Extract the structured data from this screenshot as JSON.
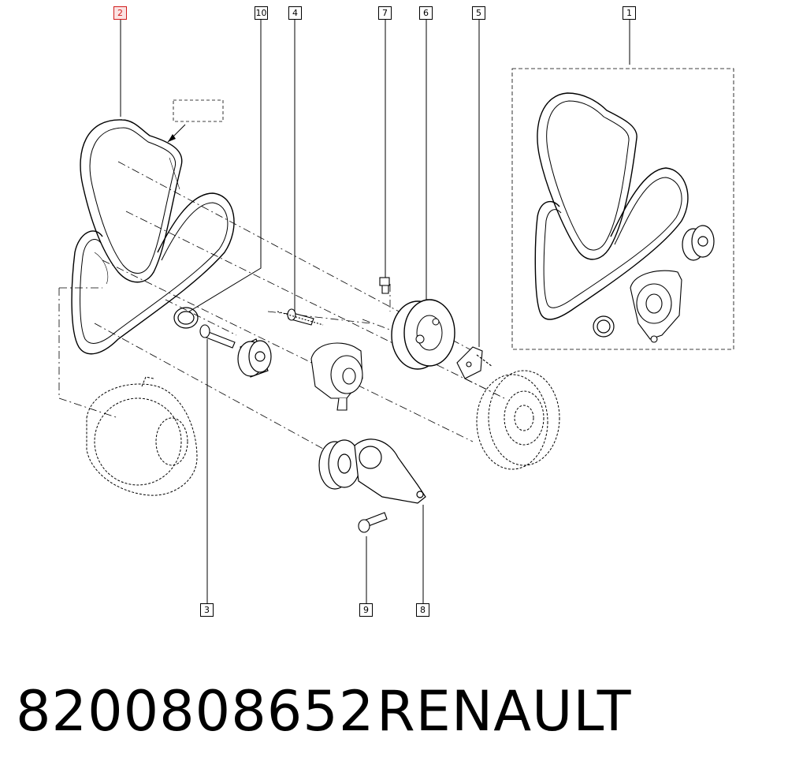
{
  "callouts": [
    {
      "label": "2",
      "active": true
    },
    {
      "label": "10",
      "active": false
    },
    {
      "label": "4",
      "active": false
    },
    {
      "label": "7",
      "active": false
    },
    {
      "label": "6",
      "active": false
    },
    {
      "label": "5",
      "active": false
    },
    {
      "label": "1",
      "active": false
    },
    {
      "label": "3",
      "active": false
    },
    {
      "label": "9",
      "active": false
    },
    {
      "label": "8",
      "active": false
    }
  ],
  "footer": {
    "part_number": "8200808652",
    "brand": "RENAULT"
  },
  "colors": {
    "ink": "#000000",
    "highlight": "#d11b1b",
    "highlight_fill": "#fbe3e3",
    "background": "#ffffff"
  }
}
